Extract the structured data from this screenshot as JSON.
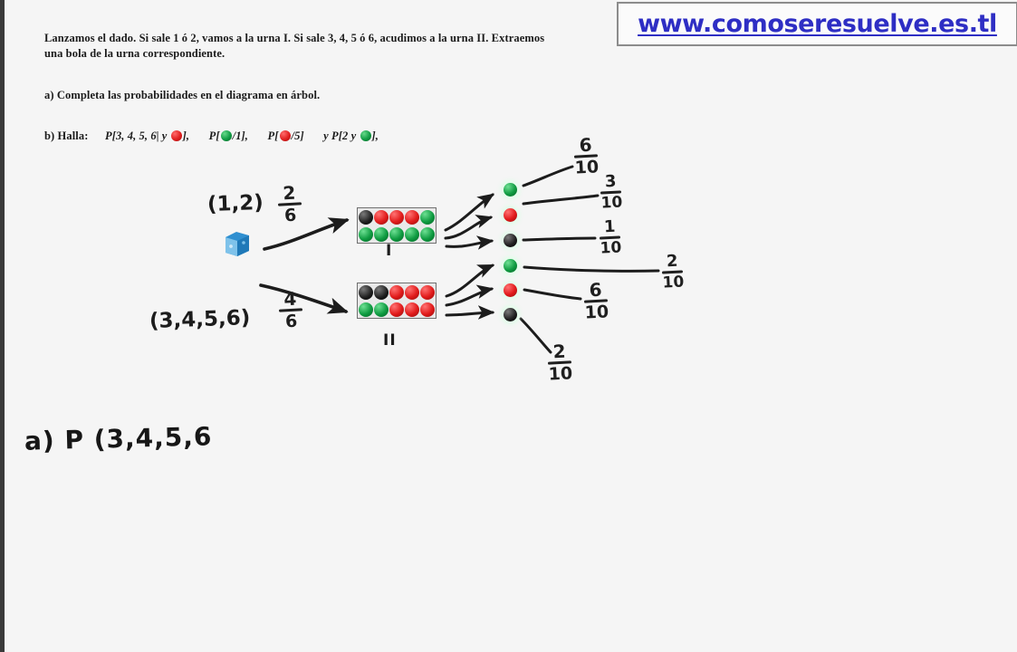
{
  "header": {
    "url": "www.comoseresuelve.es.tl"
  },
  "statement": {
    "text": "Lanzamos el dado. Si sale 1 ó 2, vamos a la urna I. Si sale 3, 4, 5 ó 6, acudimos a la urna II. Extraemos una bola de la urna correspondiente."
  },
  "questions": {
    "a_label": "a) Completa las probabilidades en el diagrama en árbol.",
    "b_prefix": "b) Halla:",
    "b_items": [
      {
        "pre": "P[3, 4, 5, 6| y ",
        "ball": "red",
        "post": "],"
      },
      {
        "pre": "P[",
        "ball": "green",
        "post": "/1],"
      },
      {
        "pre": "P[",
        "ball": "red",
        "post": "/5]"
      },
      {
        "pre": "y   P[2 y ",
        "ball": "green",
        "post": "],"
      }
    ]
  },
  "tree": {
    "die_icon": "blue-die-icon",
    "branch1": {
      "set_label": "(1,2)",
      "probability": {
        "num": "2",
        "den": "6"
      },
      "urn_name": "I",
      "urn_balls": [
        "black",
        "red",
        "red",
        "red",
        "green",
        "green",
        "green",
        "green",
        "green",
        "green"
      ],
      "outcomes": [
        {
          "color": "green",
          "num": "6",
          "den": "10"
        },
        {
          "color": "red",
          "num": "3",
          "den": "10"
        },
        {
          "color": "black",
          "num": "1",
          "den": "10"
        }
      ]
    },
    "branch2": {
      "set_label": "(3,4,5,6)",
      "probability": {
        "num": "4",
        "den": "6"
      },
      "urn_name": "II",
      "urn_balls": [
        "black",
        "black",
        "red",
        "red",
        "red",
        "green",
        "green",
        "red",
        "red",
        "red"
      ],
      "outcomes": [
        {
          "color": "green",
          "num": "2",
          "den": "10"
        },
        {
          "color": "red",
          "num": "6",
          "den": "10"
        },
        {
          "color": "black",
          "num": "2",
          "den": "10"
        }
      ]
    }
  },
  "work": {
    "line1": "a) P (3,4,5,6"
  },
  "colors": {
    "link": "#2e2ec4",
    "red_ball": "#e11b1b",
    "green_ball": "#0f9b41",
    "black_ball": "#1c1c1c",
    "die_blue": "#2f8fd0",
    "ink": "#1b1b1b",
    "page_bg": "#f5f5f5"
  }
}
